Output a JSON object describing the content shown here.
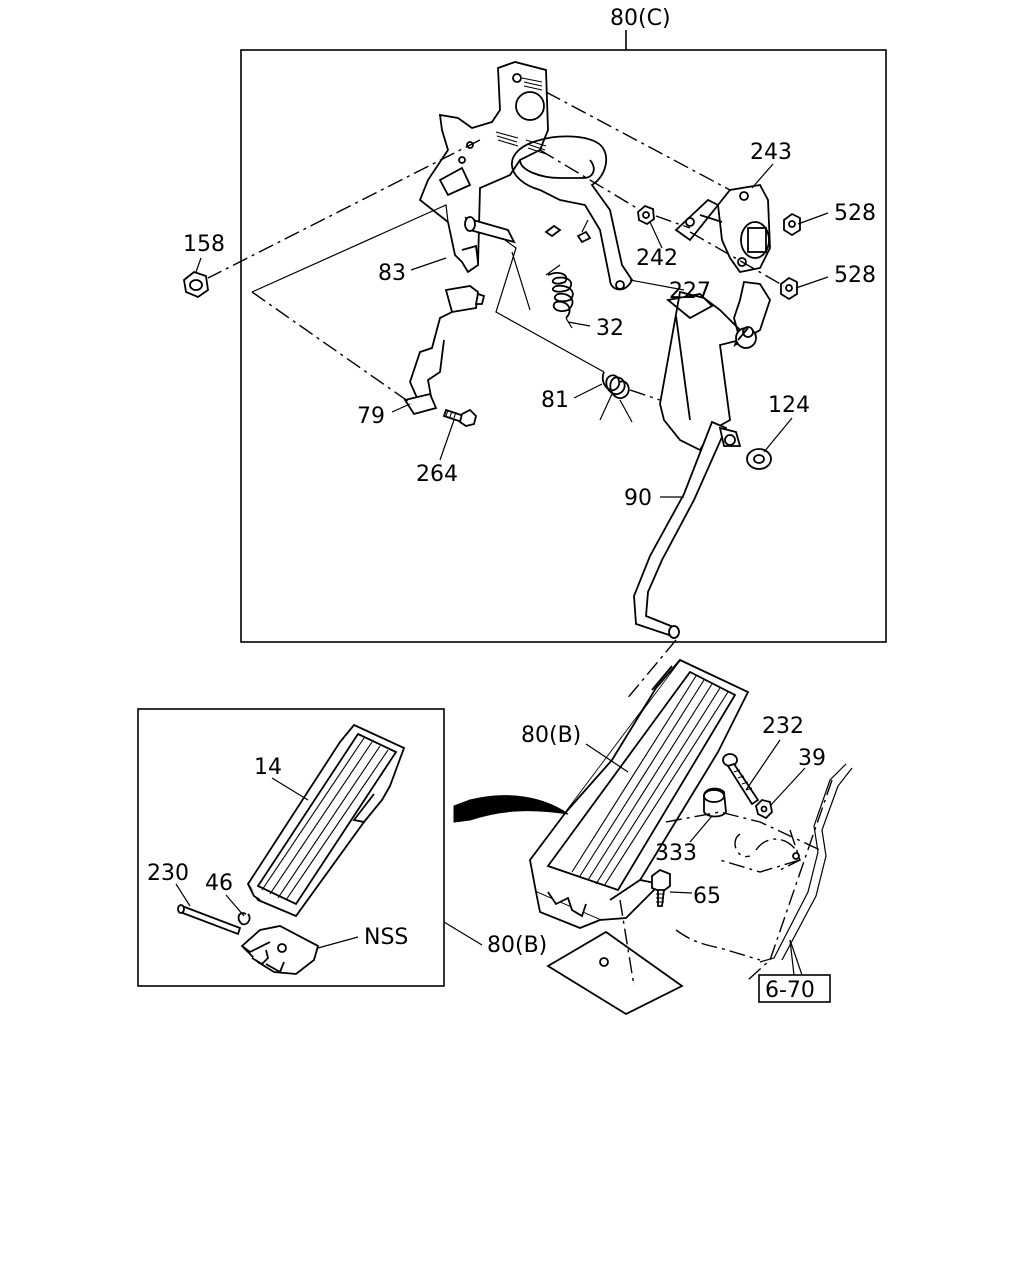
{
  "callouts": {
    "assembly_top": "80(C)",
    "p243": "243",
    "p528a": "528",
    "p528b": "528",
    "p158": "158",
    "p83": "83",
    "p242": "242",
    "p227": "227",
    "p32": "32",
    "p81": "81",
    "p124": "124",
    "p79": "79",
    "p264": "264",
    "p90": "90",
    "p80b": "80(B)",
    "p232": "232",
    "p39": "39",
    "p333": "333",
    "p65": "65",
    "p14": "14",
    "p230": "230",
    "p46": "46",
    "nss": "NSS",
    "p80b_inset": "80(B)",
    "ref": "6-70"
  }
}
